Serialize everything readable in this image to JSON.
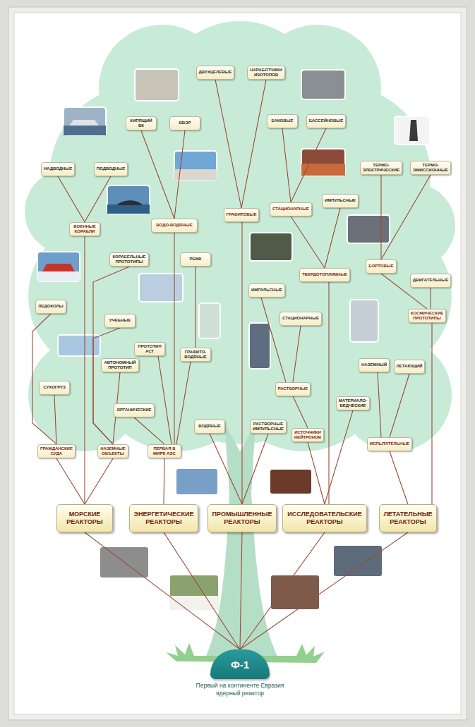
{
  "diagram": {
    "caption": "Первый на континенте Евразия ядерный реактор",
    "nodes": [
      {
        "text": [
          "Ф-1"
        ]
      },
      {
        "text": [
          "МОРСКИЕ РЕАКТОРЫ"
        ]
      },
      {
        "text": [
          "ЭНЕРГЕТИЧЕСКИЕ РЕАКТОРЫ"
        ]
      },
      {
        "text": [
          "ПРОМЫШЛЕННЫЕ РЕАКТОРЫ"
        ]
      },
      {
        "text": [
          "ИССЛЕДОВАТЕЛЬСКИЕ РЕАКТОРЫ"
        ]
      },
      {
        "text": [
          "ЛЕТАТЕЛЬНЫЕ РЕАКТОРЫ"
        ]
      },
      {
        "text": [
          "ГРАЖДАНСКИЕ СУДА"
        ]
      },
      {
        "text": [
          "НАЗЕМНЫЕ ОБЪЕКТЫ"
        ]
      },
      {
        "text": [
          "ВОЕННЫЕ КОРАБЛИ"
        ]
      },
      {
        "text": [
          "НАДВОДНЫЕ"
        ]
      },
      {
        "text": [
          "ПОДВОДНЫЕ"
        ]
      },
      {
        "text": [
          "ЛЕДОКОЛЫ"
        ]
      },
      {
        "text": [
          "СУХОГРУЗ"
        ]
      },
      {
        "text": [
          "КОРАБЕЛЬНЫЕ ПРОТОТИПЫ"
        ]
      },
      {
        "text": [
          "УЧЕБНЫЕ"
        ]
      },
      {
        "text": [
          "АВТОНОМНЫЙ ПРОТОТИП"
        ]
      },
      {
        "text": [
          "ПЕРВАЯ В МИРЕ АЭС"
        ]
      },
      {
        "text": [
          "ОРГАНИЧЕСКИЕ"
        ]
      },
      {
        "text": [
          "ПРОТОТИП АСТ"
        ]
      },
      {
        "text": [
          "ГРАФИТО- ВОДЯНЫЕ"
        ]
      },
      {
        "text": [
          "РБМК"
        ]
      },
      {
        "text": [
          "ВОДО-ВОДЯНЫЕ"
        ]
      },
      {
        "text": [
          "КИПЯЩИЙ ВК"
        ]
      },
      {
        "text": [
          "ВВЭР"
        ]
      },
      {
        "text": [
          "ВОДЯНЫЕ"
        ]
      },
      {
        "text": [
          "РАСТВОРНЫЕ ИМПУЛЬСНЫЕ"
        ]
      },
      {
        "text": [
          "ГРАФИТОВЫЕ"
        ]
      },
      {
        "text": [
          "ДВУХЦЕЛЕВЫЕ"
        ]
      },
      {
        "text": [
          "НАРАБОТЧИКИ ИЗОТОПОВ"
        ]
      },
      {
        "text": [
          "ИСТОЧНИКИ НЕЙТРОНОВ"
        ]
      },
      {
        "text": [
          "МАТЕРИАЛО- ВЕДЧЕСКИЕ"
        ]
      },
      {
        "text": [
          "РАСТВОРНЫЕ"
        ]
      },
      {
        "text": [
          "ТВЕРДОТОПЛИВНЫЕ"
        ]
      },
      {
        "text": [
          "ИМПУЛЬСНЫЕ"
        ]
      },
      {
        "text": [
          "СТАЦИОНАРНЫЕ"
        ]
      },
      {
        "text": [
          "СТАЦИОНАРНЫЕ"
        ]
      },
      {
        "text": [
          "ИМПУЛЬСНЫЕ"
        ]
      },
      {
        "text": [
          "БАКОВЫЕ"
        ]
      },
      {
        "text": [
          "БАССЕЙНОВЫЕ"
        ]
      },
      {
        "text": [
          "ИСПЫТАТЕЛЬНЫЕ"
        ]
      },
      {
        "text": [
          "НАЗЕМНЫЙ"
        ]
      },
      {
        "text": [
          "ЛЕТАЮЩИЙ"
        ]
      },
      {
        "text": [
          "КОСМИЧЕСКИЕ ПРОТОТИПЫ"
        ]
      },
      {
        "text": [
          "БОРТОВЫЕ"
        ]
      },
      {
        "text": [
          "ДВИГАТЕЛЬНЫЕ"
        ]
      },
      {
        "text": [
          "ТЕРМО- ЭЛЕКТРИЧЕСКИЕ"
        ]
      },
      {
        "text": [
          "ТЕРМО- ЭМИССИОННЫЕ"
        ]
      }
    ],
    "edges": [
      {
        "from": 0,
        "to": 1,
        "arrow": "none"
      },
      {
        "from": 0,
        "to": 2,
        "arrow": "none"
      },
      {
        "from": 0,
        "to": 3,
        "arrow": "none"
      },
      {
        "from": 0,
        "to": 4,
        "arrow": "none"
      },
      {
        "from": 0,
        "to": 5,
        "arrow": "none"
      },
      {
        "from": 1,
        "to": 6,
        "arrow": "none"
      },
      {
        "from": 1,
        "to": 7,
        "arrow": "none"
      },
      {
        "from": 1,
        "to": 8,
        "arrow": "none"
      },
      {
        "from": 6,
        "to": 11,
        "arrow": "none"
      },
      {
        "from": 6,
        "to": 12,
        "arrow": "none"
      },
      {
        "from": 7,
        "to": 13,
        "arrow": "none"
      },
      {
        "from": 7,
        "to": 14,
        "arrow": "none"
      },
      {
        "from": 7,
        "to": 15,
        "arrow": "none"
      },
      {
        "from": 8,
        "to": 9,
        "arrow": "none"
      },
      {
        "from": 8,
        "to": 10,
        "arrow": "none"
      },
      {
        "from": 2,
        "to": 16,
        "arrow": "none"
      },
      {
        "from": 16,
        "to": 17,
        "arrow": "none"
      },
      {
        "from": 16,
        "to": 18,
        "arrow": "none"
      },
      {
        "from": 16,
        "to": 19,
        "arrow": "none"
      },
      {
        "from": 16,
        "to": 21,
        "arrow": "none"
      },
      {
        "from": 19,
        "to": 20,
        "arrow": "none"
      },
      {
        "from": 21,
        "to": 22,
        "arrow": "none"
      },
      {
        "from": 21,
        "to": 23,
        "arrow": "none"
      },
      {
        "from": 3,
        "to": 24,
        "arrow": "none"
      },
      {
        "from": 3,
        "to": 25,
        "arrow": "none"
      },
      {
        "from": 3,
        "to": 26,
        "arrow": "none"
      },
      {
        "from": 26,
        "to": 27,
        "arrow": "none"
      },
      {
        "from": 26,
        "to": 28,
        "arrow": "none"
      },
      {
        "from": 4,
        "to": 29,
        "arrow": "none"
      },
      {
        "from": 4,
        "to": 30,
        "arrow": "none"
      },
      {
        "from": 4,
        "to": 32,
        "arrow": "none"
      },
      {
        "from": 29,
        "to": 31,
        "arrow": "none"
      },
      {
        "from": 31,
        "to": 33,
        "arrow": "none"
      },
      {
        "from": 31,
        "to": 34,
        "arrow": "none"
      },
      {
        "from": 32,
        "to": 35,
        "arrow": "none"
      },
      {
        "from": 32,
        "to": 36,
        "arrow": "none"
      },
      {
        "from": 35,
        "to": 37,
        "arrow": "none"
      },
      {
        "from": 35,
        "to": 38,
        "arrow": "none"
      },
      {
        "from": 5,
        "to": 39,
        "arrow": "none"
      },
      {
        "from": 5,
        "to": 42,
        "arrow": "none"
      },
      {
        "from": 39,
        "to": 40,
        "arrow": "none"
      },
      {
        "from": 39,
        "to": 41,
        "arrow": "none"
      },
      {
        "from": 42,
        "to": 43,
        "arrow": "none"
      },
      {
        "from": 42,
        "to": 44,
        "arrow": "none"
      },
      {
        "from": 43,
        "to": 45,
        "arrow": "none"
      },
      {
        "from": 43,
        "to": 46,
        "arrow": "none"
      }
    ]
  }
}
